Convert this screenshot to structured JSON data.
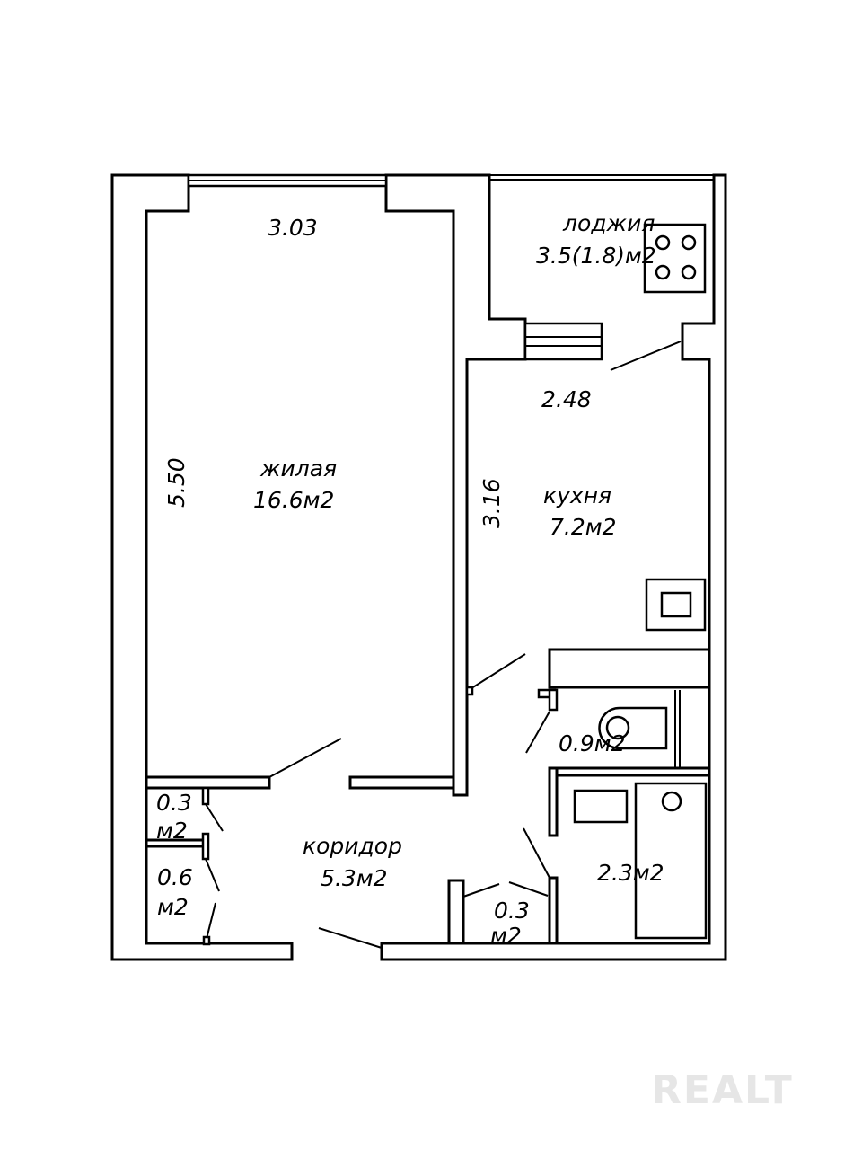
{
  "plan": {
    "living": {
      "name": "жилая",
      "area": "16.6м2",
      "width": "3.03",
      "length": "5.50"
    },
    "kitchen": {
      "name": "кухня",
      "area": "7.2м2",
      "width": "2.48",
      "length": "3.16"
    },
    "loggia": {
      "name": "лоджия",
      "area": "3.5(1.8)м2"
    },
    "corridor": {
      "name": "коридор",
      "area": "5.3м2"
    },
    "wc": {
      "area": "0.9м2"
    },
    "bathroom": {
      "area": "2.3м2"
    },
    "closet1": {
      "num": "0.3",
      "unit": "м2"
    },
    "closet2": {
      "num": "0.6",
      "unit": "м2"
    },
    "closet3": {
      "num": "0.3",
      "unit": "м2"
    }
  },
  "watermark": "REALT"
}
